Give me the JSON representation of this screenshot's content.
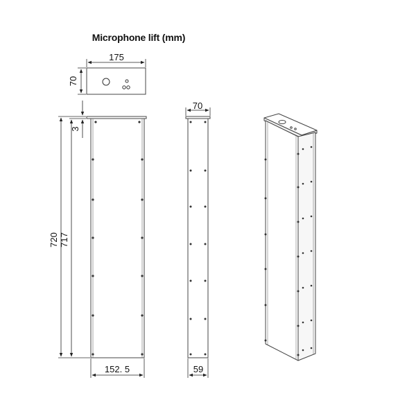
{
  "title": "Microphone lift (mm)",
  "dimensions": {
    "top_width": "175",
    "top_height": "70",
    "front_offset": "3",
    "total_height": "720",
    "body_height": "717",
    "front_width": "152. 5",
    "side_top": "70",
    "side_bottom": "59"
  }
}
